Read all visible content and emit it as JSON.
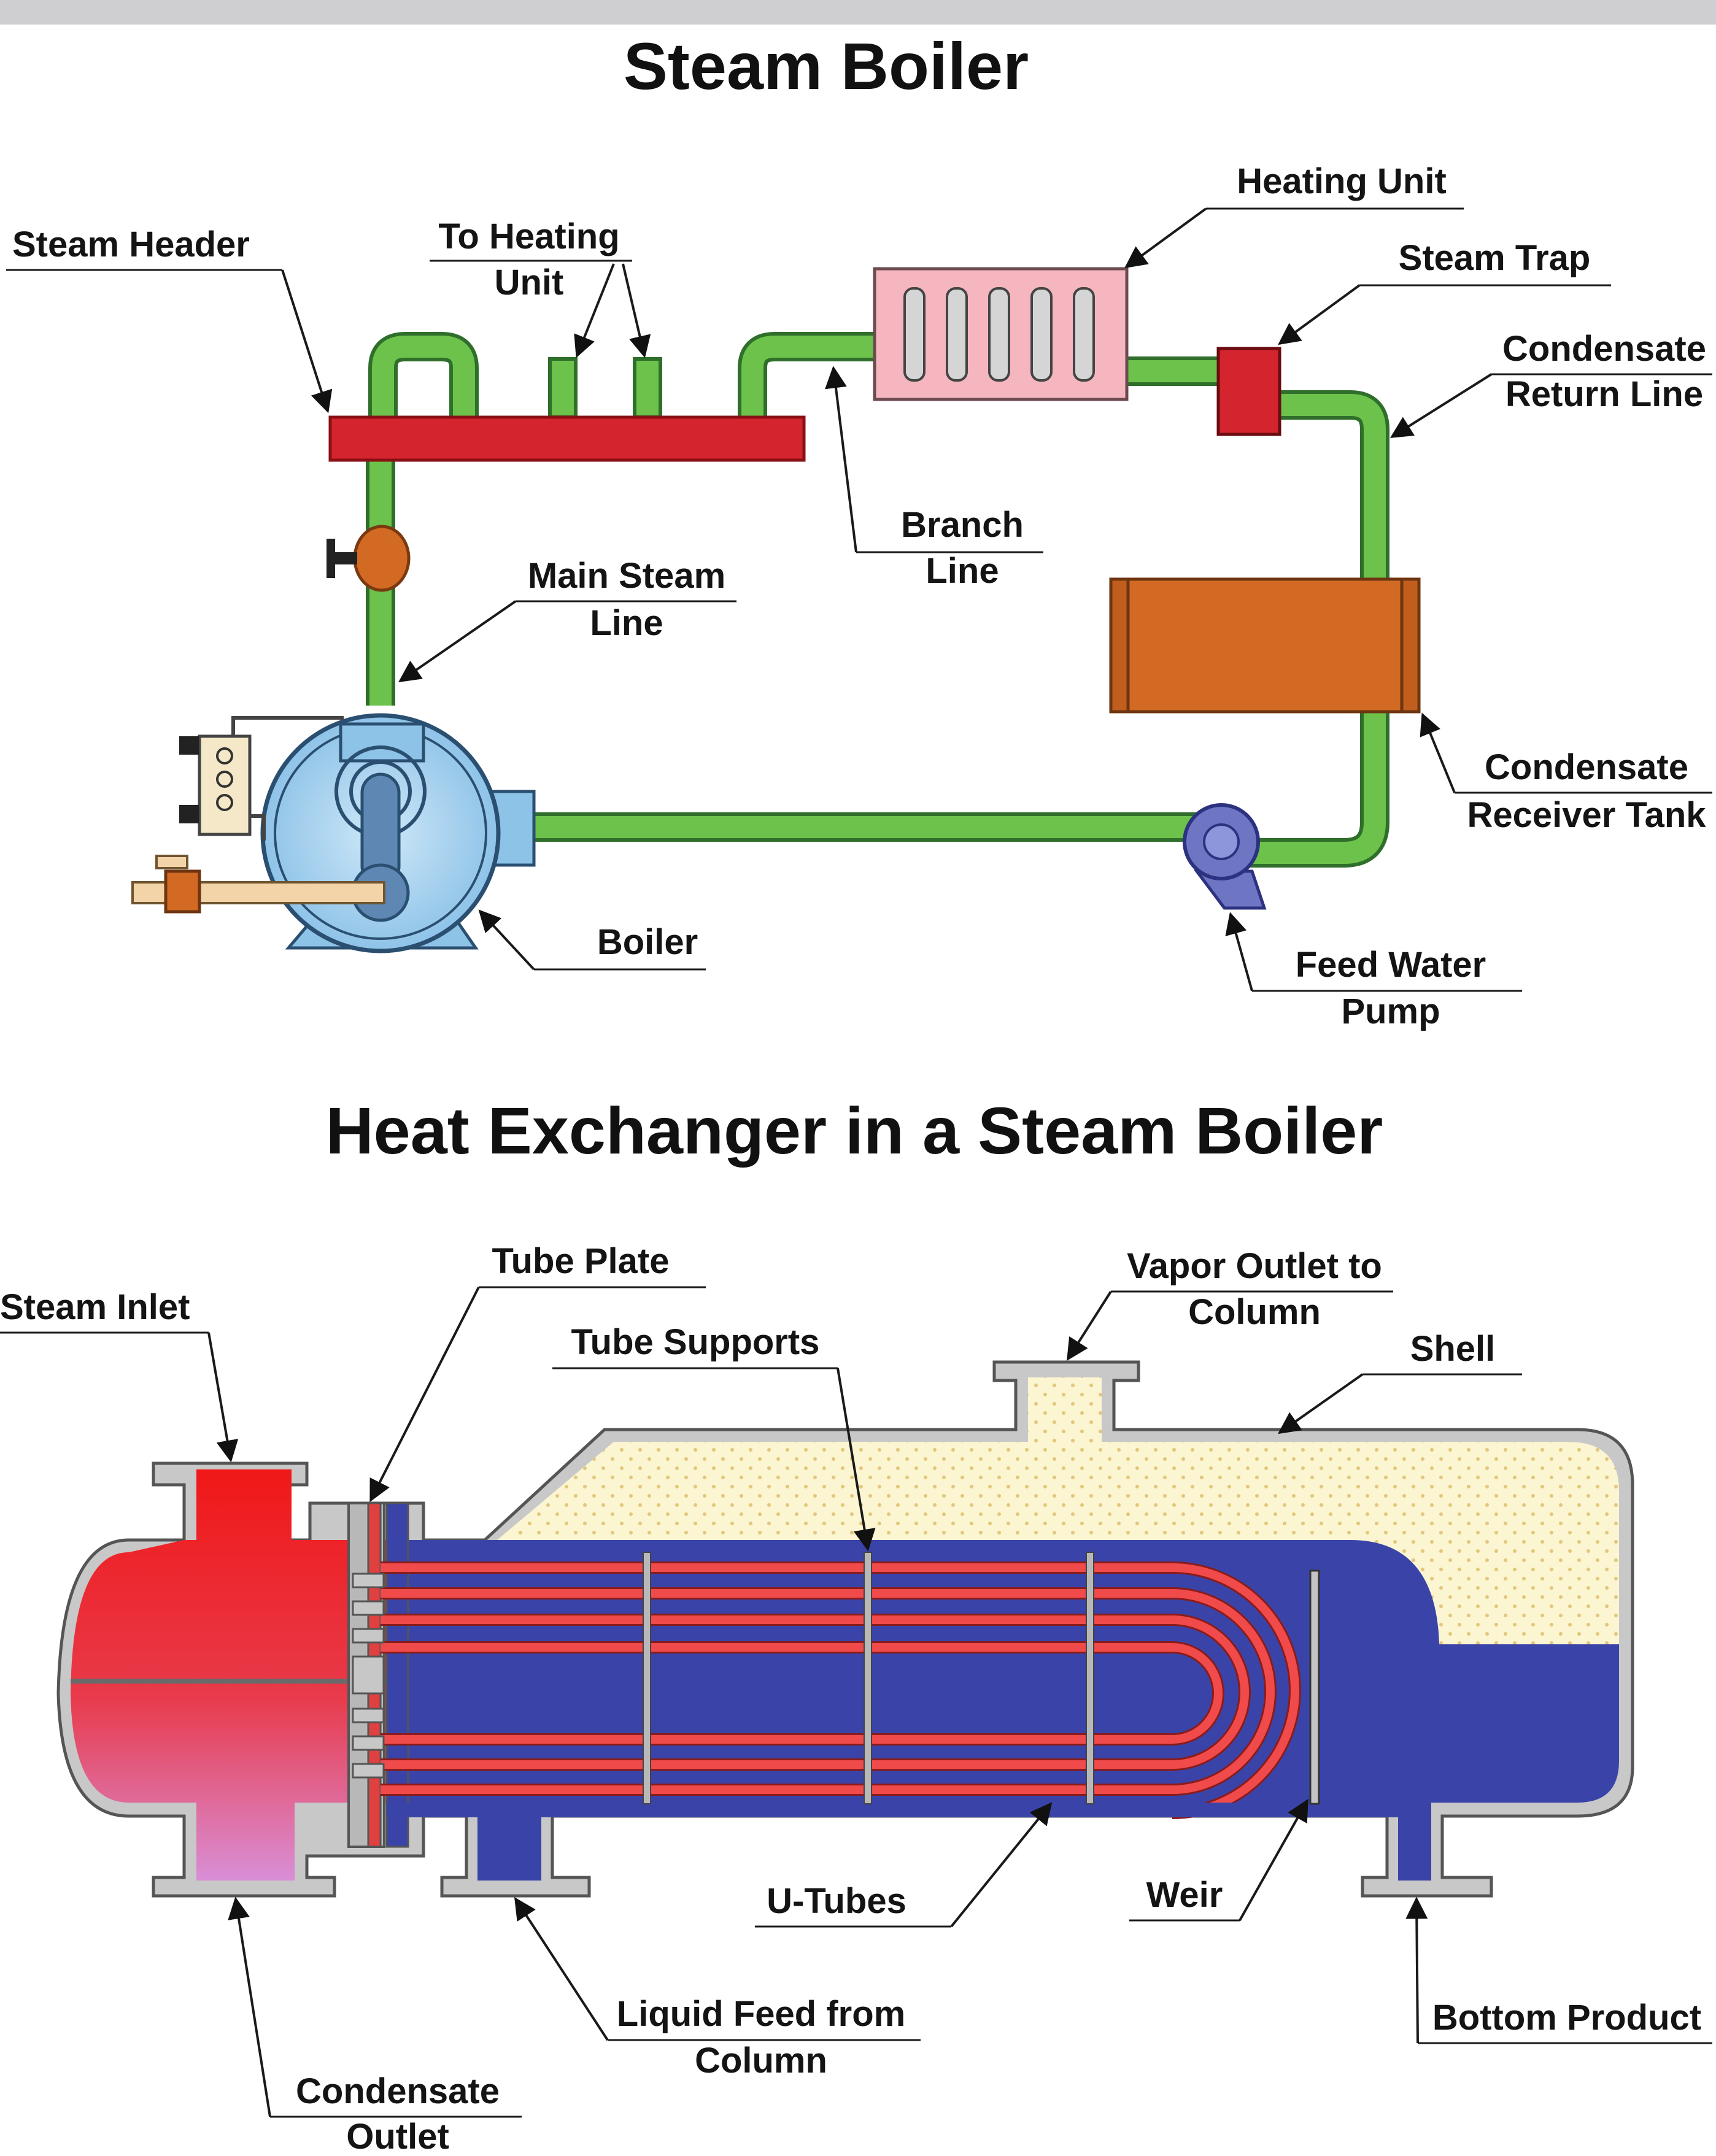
{
  "diagram_top": {
    "title": "Steam Boiler",
    "labels": {
      "steam_header": "Steam Header",
      "to_heating_unit_1": "To Heating",
      "to_heating_unit_2": "Unit",
      "heating_unit": "Heating Unit",
      "steam_trap": "Steam Trap",
      "condensate_return_1": "Condensate",
      "condensate_return_2": "Return Line",
      "branch_line_1": "Branch",
      "branch_line_2": "Line",
      "main_steam_1": "Main Steam",
      "main_steam_2": "Line",
      "condensate_tank_1": "Condensate",
      "condensate_tank_2": "Receiver Tank",
      "boiler": "Boiler",
      "feed_pump_1": "Feed Water",
      "feed_pump_2": "Pump"
    }
  },
  "diagram_bottom": {
    "title": "Heat Exchanger in a Steam Boiler",
    "labels": {
      "steam_inlet": "Steam Inlet",
      "tube_plate": "Tube Plate",
      "tube_supports": "Tube Supports",
      "vapor_outlet_1": "Vapor Outlet to",
      "vapor_outlet_2": "Column",
      "shell": "Shell",
      "u_tubes": "U-Tubes",
      "weir": "Weir",
      "liquid_feed_1": "Liquid Feed from",
      "liquid_feed_2": "Column",
      "bottom_product": "Bottom Product",
      "condensate_outlet_1": "Condensate",
      "condensate_outlet_2": "Outlet"
    }
  },
  "colors": {
    "pipe_green": "#6cc24a",
    "header_red": "#d4242e",
    "heating_unit_pink": "#f6b6bf",
    "tank_orange": "#d36a23",
    "boiler_blue": "#a8d3ef",
    "shell_blue": "#3a44a8",
    "steam_red": "#e8262a",
    "vapor_cream": "#fbf5d2"
  }
}
